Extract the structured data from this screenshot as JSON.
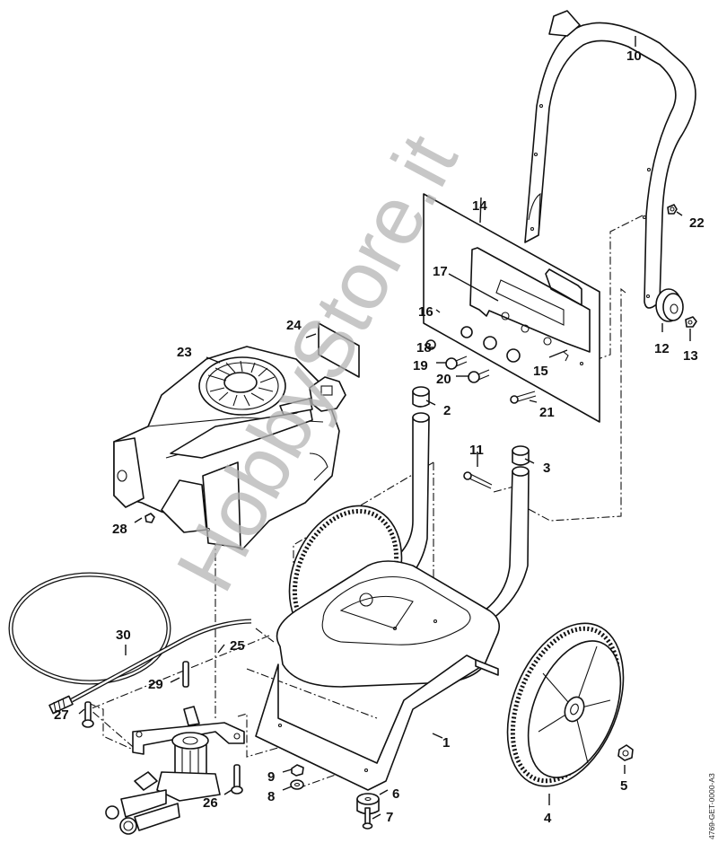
{
  "diagram": {
    "title": "Pressure washer exploded parts diagram",
    "drawing_code": "4769-GET-0000-A3",
    "watermark": "HobbyStore.it",
    "colors": {
      "line": "#111111",
      "background": "#ffffff",
      "watermark": "#b4b4b4"
    },
    "parts": [
      {
        "number": "1",
        "part": "frame"
      },
      {
        "number": "2",
        "part": "end-cap-left"
      },
      {
        "number": "3",
        "part": "end-cap-right"
      },
      {
        "number": "4",
        "part": "wheel"
      },
      {
        "number": "5",
        "part": "wheel-nut"
      },
      {
        "number": "6",
        "part": "rubber-foot"
      },
      {
        "number": "7",
        "part": "foot-screw"
      },
      {
        "number": "8",
        "part": "washer"
      },
      {
        "number": "9",
        "part": "nut"
      },
      {
        "number": "10",
        "part": "handle"
      },
      {
        "number": "11",
        "part": "handle-bolt"
      },
      {
        "number": "12",
        "part": "handle-knob"
      },
      {
        "number": "13",
        "part": "handle-nut"
      },
      {
        "number": "14",
        "part": "control-panel-decal"
      },
      {
        "number": "15",
        "part": "hose-holder-bracket"
      },
      {
        "number": "16",
        "part": "grommet"
      },
      {
        "number": "17",
        "part": "label"
      },
      {
        "number": "18",
        "part": "plug"
      },
      {
        "number": "19",
        "part": "nozzle-holder-screw"
      },
      {
        "number": "20",
        "part": "screw"
      },
      {
        "number": "21",
        "part": "bracket-screw"
      },
      {
        "number": "22",
        "part": "hex-nut"
      },
      {
        "number": "23",
        "part": "engine"
      },
      {
        "number": "24",
        "part": "engine-label"
      },
      {
        "number": "25",
        "part": "pump-hose"
      },
      {
        "number": "26",
        "part": "pump-bolt"
      },
      {
        "number": "27",
        "part": "pump-screw"
      },
      {
        "number": "28",
        "part": "engine-nut"
      },
      {
        "number": "29",
        "part": "key-pin"
      },
      {
        "number": "30",
        "part": "high-pressure-hose"
      }
    ]
  }
}
